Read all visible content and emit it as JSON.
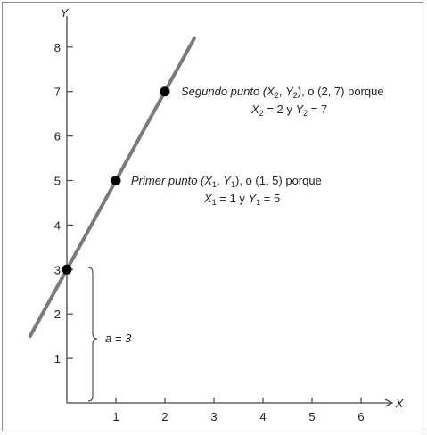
{
  "chart_data": {
    "type": "line",
    "xlabel": "X",
    "ylabel": "Y",
    "xlim": [
      0,
      6.8
    ],
    "ylim": [
      0,
      8.5
    ],
    "x_ticks": [
      "1",
      "2",
      "3",
      "4",
      "5",
      "6"
    ],
    "y_ticks": [
      "1",
      "2",
      "3",
      "4",
      "5",
      "6",
      "7",
      "8"
    ],
    "line": {
      "slope": 2,
      "intercept": 3,
      "x_range": [
        -0.75,
        2.6
      ],
      "color": "#7a7a7a"
    },
    "points": [
      {
        "x": 0,
        "y": 3
      },
      {
        "x": 1,
        "y": 5
      },
      {
        "x": 2,
        "y": 7
      }
    ],
    "annotations": {
      "point2": {
        "line1_parts": [
          "Segundo punto  (",
          "X",
          "2",
          ", ",
          "Y",
          "2",
          "), o (2, 7) porque"
        ],
        "line2_parts": [
          "X",
          "2",
          " = 2 y ",
          "Y",
          "2",
          " = 7"
        ]
      },
      "point1": {
        "line1_parts": [
          "Primer punto  (",
          "X",
          "1",
          ", ",
          "Y",
          "1",
          "), o (1, 5) porque"
        ],
        "line2_parts": [
          "X",
          "1",
          " = 1 y ",
          "Y",
          "1",
          " = 5"
        ]
      },
      "intercept_label": "a = 3"
    }
  }
}
